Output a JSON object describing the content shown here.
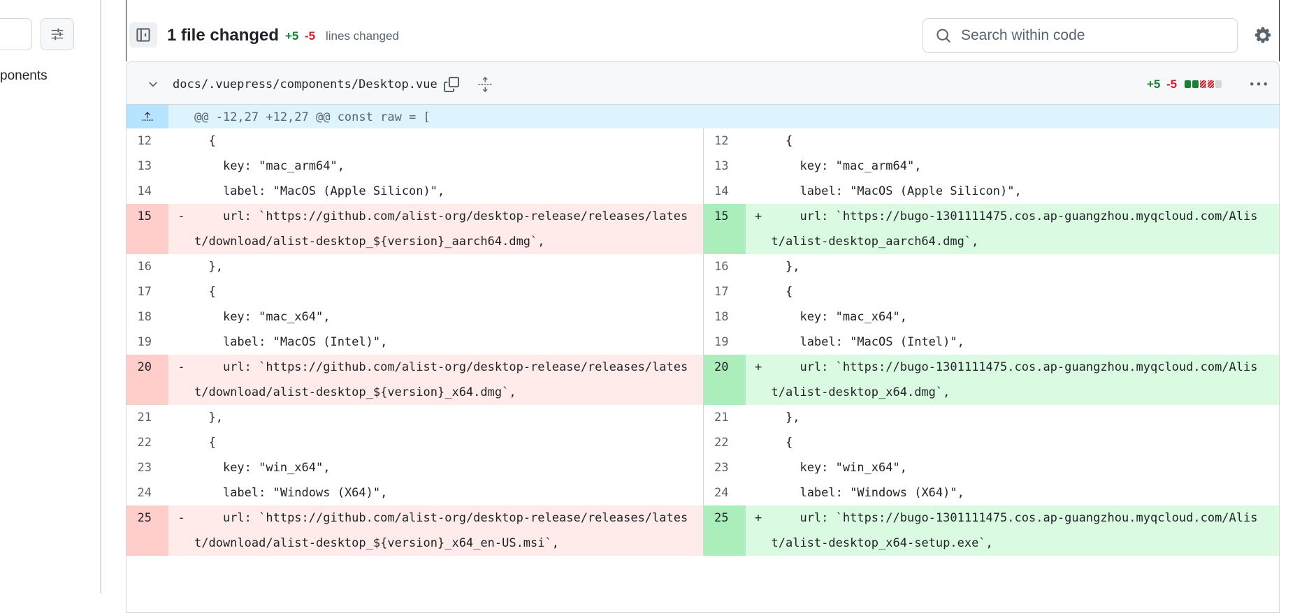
{
  "sidebar": {
    "partial_text": "ponents"
  },
  "toolbar": {
    "files_changed": "1 file changed",
    "additions": "+5",
    "deletions": "-5",
    "lines_changed": "lines changed",
    "search_placeholder": "Search within code"
  },
  "file": {
    "path": "docs/.vuepress/components/Desktop.vue",
    "additions": "+5",
    "deletions": "-5",
    "diffstat": [
      "add",
      "add",
      "del",
      "del",
      "neutral"
    ]
  },
  "hunk": {
    "header": "@@ -12,27 +12,27 @@ const raw = ["
  },
  "lines": [
    {
      "type": "ctx",
      "l": "12",
      "r": "12",
      "lcode": "  {",
      "rcode": "  {"
    },
    {
      "type": "ctx",
      "l": "13",
      "r": "13",
      "lcode": "    key: \"mac_arm64\",",
      "rcode": "    key: \"mac_arm64\","
    },
    {
      "type": "ctx",
      "l": "14",
      "r": "14",
      "lcode": "    label: \"MacOS (Apple Silicon)\",",
      "rcode": "    label: \"MacOS (Apple Silicon)\","
    },
    {
      "type": "chg",
      "l": "15",
      "r": "15",
      "lcode": "    url: `https://github.com/alist-org/desktop-release/releases/latest/download/alist-desktop_${version}_aarch64.dmg`,",
      "rcode": "    url: `https://bugo-1301111475.cos.ap-guangzhou.myqcloud.com/Alist/alist-desktop_aarch64.dmg`,"
    },
    {
      "type": "ctx",
      "l": "16",
      "r": "16",
      "lcode": "  },",
      "rcode": "  },"
    },
    {
      "type": "ctx",
      "l": "17",
      "r": "17",
      "lcode": "  {",
      "rcode": "  {"
    },
    {
      "type": "ctx",
      "l": "18",
      "r": "18",
      "lcode": "    key: \"mac_x64\",",
      "rcode": "    key: \"mac_x64\","
    },
    {
      "type": "ctx",
      "l": "19",
      "r": "19",
      "lcode": "    label: \"MacOS (Intel)\",",
      "rcode": "    label: \"MacOS (Intel)\","
    },
    {
      "type": "chg",
      "l": "20",
      "r": "20",
      "lcode": "    url: `https://github.com/alist-org/desktop-release/releases/latest/download/alist-desktop_${version}_x64.dmg`,",
      "rcode": "    url: `https://bugo-1301111475.cos.ap-guangzhou.myqcloud.com/Alist/alist-desktop_x64.dmg`,"
    },
    {
      "type": "ctx",
      "l": "21",
      "r": "21",
      "lcode": "  },",
      "rcode": "  },"
    },
    {
      "type": "ctx",
      "l": "22",
      "r": "22",
      "lcode": "  {",
      "rcode": "  {"
    },
    {
      "type": "ctx",
      "l": "23",
      "r": "23",
      "lcode": "    key: \"win_x64\",",
      "rcode": "    key: \"win_x64\","
    },
    {
      "type": "ctx",
      "l": "24",
      "r": "24",
      "lcode": "    label: \"Windows (X64)\",",
      "rcode": "    label: \"Windows (X64)\","
    },
    {
      "type": "chg",
      "l": "25",
      "r": "25",
      "lcode": "    url: `https://github.com/alist-org/desktop-release/releases/latest/download/alist-desktop_${version}_x64_en-US.msi`,",
      "rcode": "    url: `https://bugo-1301111475.cos.ap-guangzhou.myqcloud.com/Alist/alist-desktop_x64-setup.exe`,"
    }
  ],
  "colors": {
    "addition": "#1a7f37",
    "deletion": "#cf222e",
    "hunk_bg": "#ddf4ff",
    "del_bg": "#ffebe9",
    "add_bg": "#dafbe1"
  }
}
